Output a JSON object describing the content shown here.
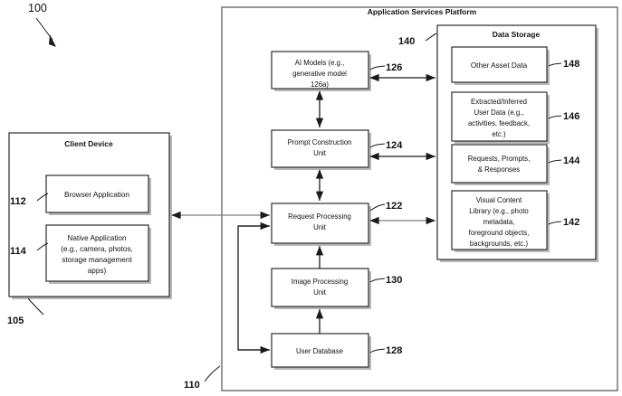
{
  "figure": {
    "number": "100",
    "platform_title": "Application Services Platform",
    "platform_ref": "110",
    "client_device_title": "Client Device",
    "client_device_ref": "105",
    "data_storage_title": "Data Storage",
    "data_storage_ref": "140"
  },
  "client_blocks": [
    {
      "label": "Browser Application",
      "ref": "112"
    },
    {
      "label": "Native Application (e.g., camera, photos, storage management apps)",
      "ref": "114"
    }
  ],
  "client_block_lines": {
    "browser": [
      "Browser Application"
    ],
    "native": [
      "Native Application",
      "(e.g., camera, photos,",
      "storage management",
      "apps)"
    ]
  },
  "platform_blocks": [
    {
      "label": "AI Models  (e.g., generative model 126a)",
      "ref": "126"
    },
    {
      "label": "Prompt Construction Unit",
      "ref": "124"
    },
    {
      "label": "Request Processing Unit",
      "ref": "122"
    },
    {
      "label": "Image Processing Unit",
      "ref": "130"
    },
    {
      "label": "User Database",
      "ref": "128"
    }
  ],
  "platform_block_lines": {
    "ai_models": [
      "AI Models  (e.g.,",
      "generative model",
      "126a)"
    ],
    "prompt_construction": [
      "Prompt Construction",
      "Unit"
    ],
    "request_processing": [
      "Request Processing",
      "Unit"
    ],
    "image_processing": [
      "Image Processing",
      "Unit"
    ],
    "user_database": [
      "User Database"
    ]
  },
  "storage_blocks": [
    {
      "label": "Other Asset Data",
      "ref": "148"
    },
    {
      "label": "Extracted/Inferred User Data (e.g., activities, feedback, etc.)",
      "ref": "146"
    },
    {
      "label": "Requests, Prompts, & Responses",
      "ref": "144"
    },
    {
      "label": "Visual Content Library (e.g., photo metadata, foreground objects, backgrounds, etc.)",
      "ref": "142"
    }
  ],
  "storage_block_lines": {
    "other_asset": [
      "Other Asset Data"
    ],
    "extracted_user": [
      "Extracted/Inferred",
      "User Data (e.g.,",
      "activities, feedback,",
      "etc.)"
    ],
    "requests_prompts": [
      "Requests, Prompts,",
      "& Responses"
    ],
    "visual_content": [
      "Visual Content",
      "Library (e.g., photo",
      "metadata,",
      "foreground objects,",
      "backgrounds, etc.)"
    ]
  },
  "colors": {
    "stroke": "#2b2b2b",
    "shadow": "#b8b8b8",
    "gray_line": "#7d7d7d",
    "background": "#ffffff"
  }
}
